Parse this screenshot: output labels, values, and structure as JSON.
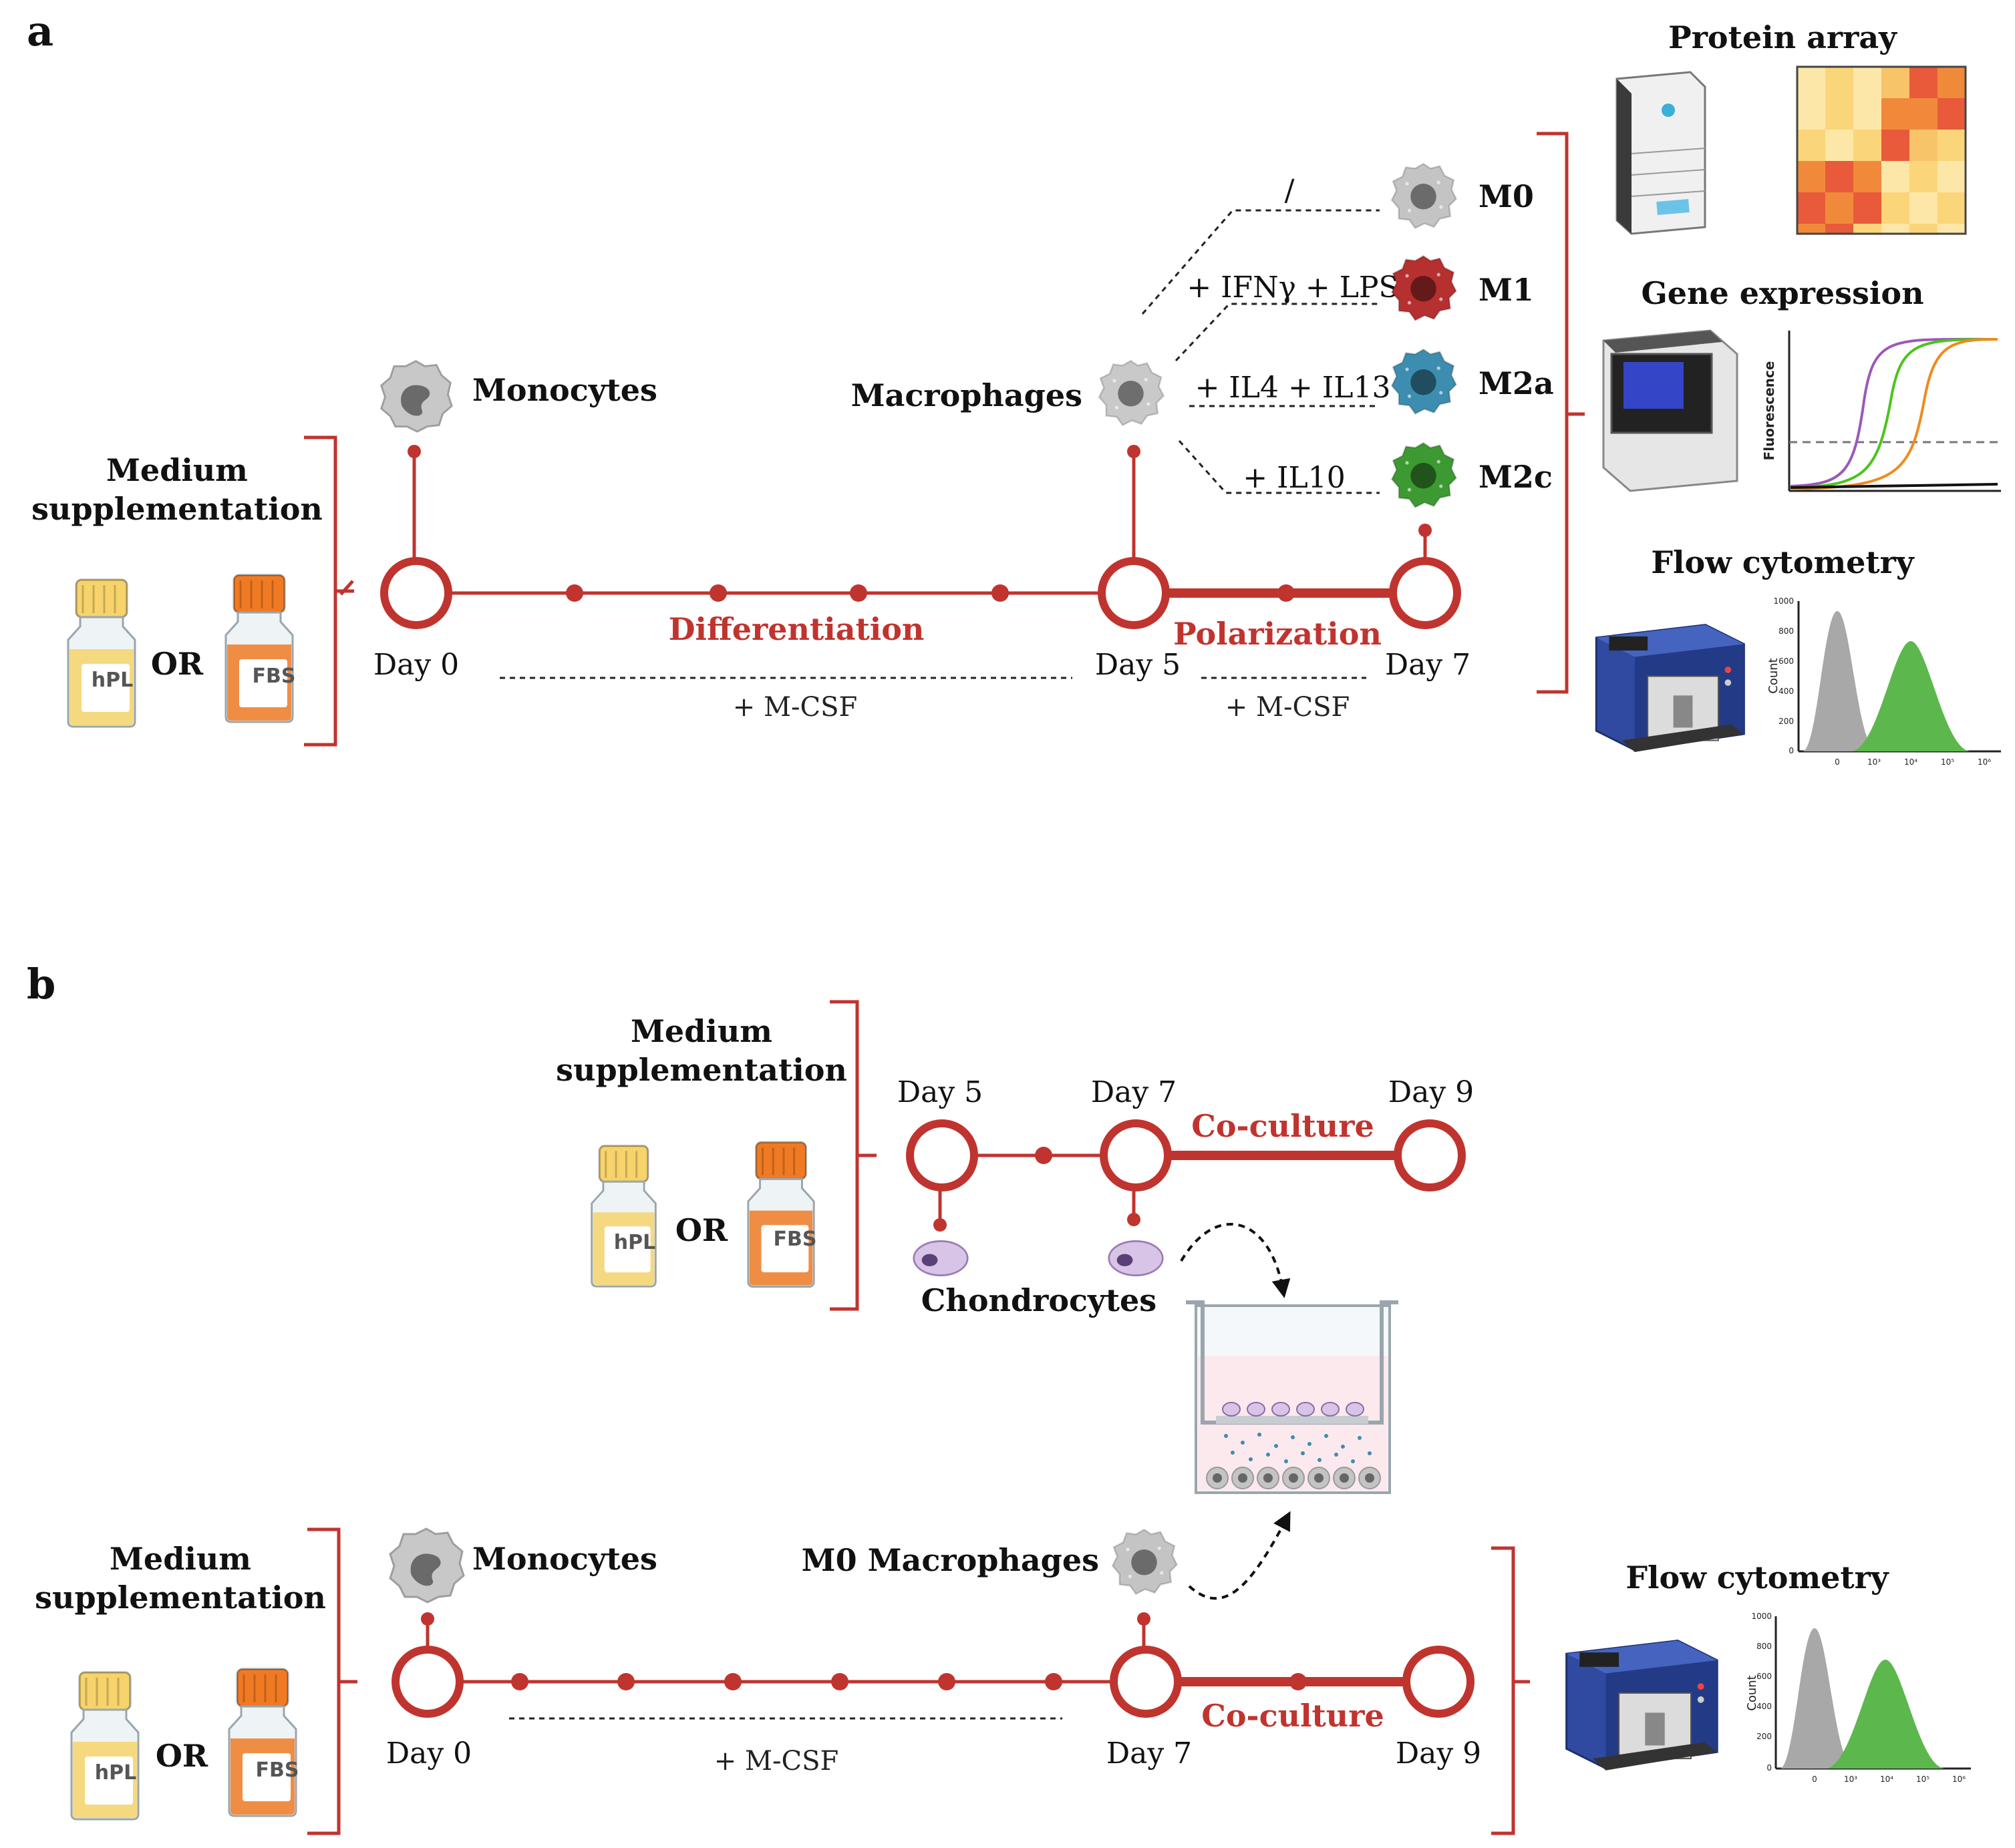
{
  "panels": {
    "a": "a",
    "b": "b"
  },
  "colors": {
    "timeline": "#c0342f",
    "m0": "#b9b9b9",
    "m1": "#b5302f",
    "m2a": "#3d8db0",
    "m2c": "#3d9a32",
    "hpl": "#f6d36b",
    "fbs": "#f07a24",
    "chondrocyte": "#c3a6d6"
  },
  "a": {
    "medium_supplementation": [
      "Medium",
      "supplementation"
    ],
    "or": "OR",
    "bottles": {
      "hpl": "hPL",
      "fbs": "FBS"
    },
    "monocytes": "Monocytes",
    "macrophages": "Macrophages",
    "day0": "Day 0",
    "day5": "Day 5",
    "day7": "Day 7",
    "differentiation": "Differentiation",
    "polarization": "Polarization",
    "mcsf1": "+ M-CSF",
    "mcsf2": "+ M-CSF",
    "polarizations": [
      {
        "name": "M0",
        "stimulus": "/"
      },
      {
        "name": "M1",
        "stimulus": "+ IFNγ + LPS"
      },
      {
        "name": "M2a",
        "stimulus": "+ IL4 + IL13"
      },
      {
        "name": "M2c",
        "stimulus": "+ IL10"
      }
    ],
    "readouts": {
      "protein_array": "Protein array",
      "gene_expression": "Gene expression",
      "flow_cytometry": "Flow cytometry",
      "fluorescence_axis": "Fluorescence",
      "count_axis": "Count",
      "count_ticks": [
        "1000",
        "800",
        "600",
        "400",
        "200",
        "0"
      ],
      "x_ticks": [
        "0",
        "10³",
        "10⁴",
        "10⁵",
        "10⁶"
      ]
    }
  },
  "b": {
    "top": {
      "medium_supplementation": [
        "Medium",
        "supplementation"
      ],
      "or": "OR",
      "bottles": {
        "hpl": "hPL",
        "fbs": "FBS"
      },
      "day5": "Day 5",
      "day7": "Day 7",
      "day9": "Day 9",
      "coculture": "Co-culture",
      "chondrocytes": "Chondrocytes"
    },
    "bottom": {
      "medium_supplementation": [
        "Medium",
        "supplementation"
      ],
      "or": "OR",
      "bottles": {
        "hpl": "hPL",
        "fbs": "FBS"
      },
      "monocytes": "Monocytes",
      "m0_macrophages": "M0 Macrophages",
      "day0": "Day 0",
      "day7": "Day 7",
      "day9": "Day 9",
      "coculture": "Co-culture",
      "mcsf": "+ M-CSF",
      "flow_cytometry": "Flow cytometry",
      "count_axis": "Count",
      "count_ticks": [
        "1000",
        "800",
        "600",
        "400",
        "200",
        "0"
      ],
      "x_ticks": [
        "0",
        "10³",
        "10⁴",
        "10⁵",
        "10⁶"
      ]
    }
  }
}
